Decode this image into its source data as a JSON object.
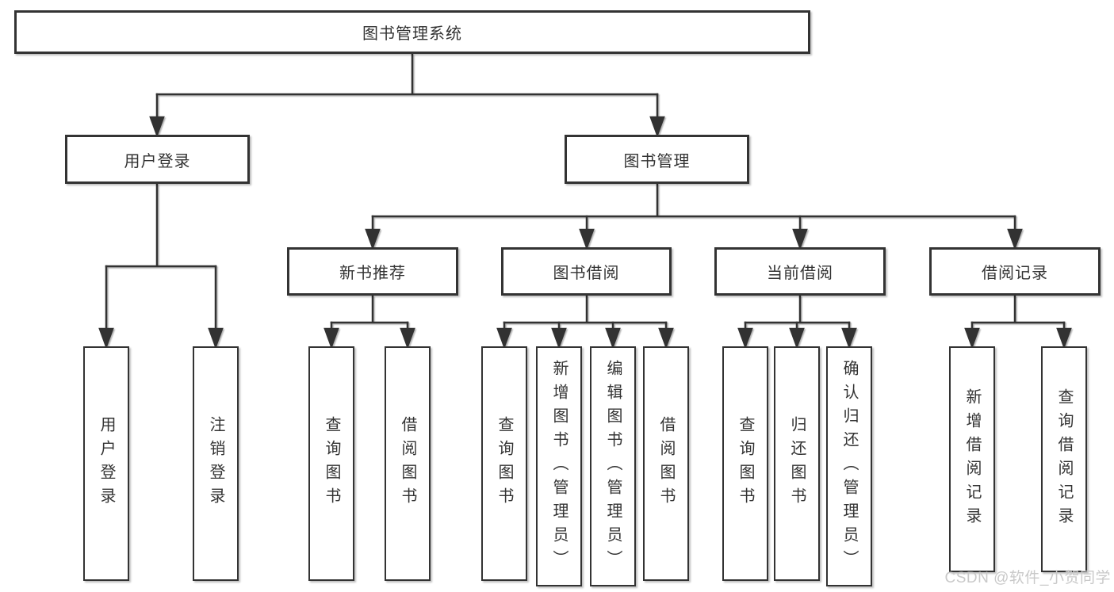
{
  "tree": {
    "label": "图书管理系统",
    "children": [
      {
        "label": "用户登录",
        "children": [
          {
            "label": "用户登录"
          },
          {
            "label": "注销登录"
          }
        ]
      },
      {
        "label": "图书管理",
        "children": [
          {
            "label": "新书推荐",
            "children": [
              {
                "label": "查询图书"
              },
              {
                "label": "借阅图书"
              }
            ]
          },
          {
            "label": "图书借阅",
            "children": [
              {
                "label": "查询图书"
              },
              {
                "label": "新增图书（管理员）"
              },
              {
                "label": "编辑图书（管理员）"
              },
              {
                "label": "借阅图书"
              }
            ]
          },
          {
            "label": "当前借阅",
            "children": [
              {
                "label": "查询图书"
              },
              {
                "label": "归还图书"
              },
              {
                "label": "确认归还（管理员）"
              }
            ]
          },
          {
            "label": "借阅记录",
            "children": [
              {
                "label": "新增借阅记录"
              },
              {
                "label": "查询借阅记录"
              }
            ]
          }
        ]
      }
    ]
  },
  "watermark": "CSDN @软件_小贺同学",
  "colors": {
    "line": "#333333",
    "box_border": "#333333",
    "text": "#333333",
    "box_background": "#ffffff",
    "page_background": "#ffffff",
    "watermark": "#c9c9c9"
  }
}
